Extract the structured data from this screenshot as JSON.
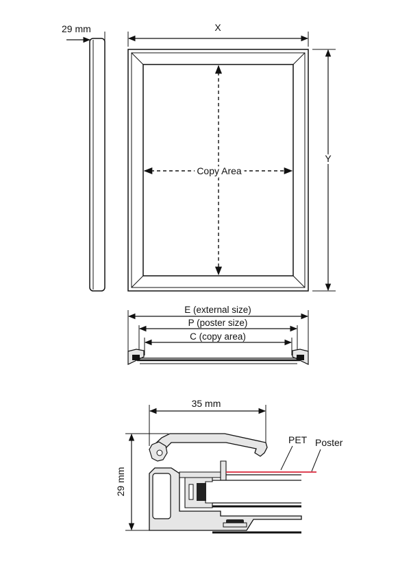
{
  "side_view": {
    "depth_label": "29 mm"
  },
  "front_view": {
    "width_label": "X",
    "height_label": "Y",
    "copy_area_label": "Copy Area"
  },
  "top_section": {
    "external_label": "E (external size)",
    "poster_label": "P (poster size)",
    "copy_label": "C (copy area)"
  },
  "profile_detail": {
    "width_label": "35 mm",
    "height_label": "29 mm",
    "pet_label": "PET",
    "poster_label": "Poster",
    "colors": {
      "profile_fill": "#e6e6e6",
      "poster_line": "#d9263a",
      "outline": "#111111"
    }
  }
}
